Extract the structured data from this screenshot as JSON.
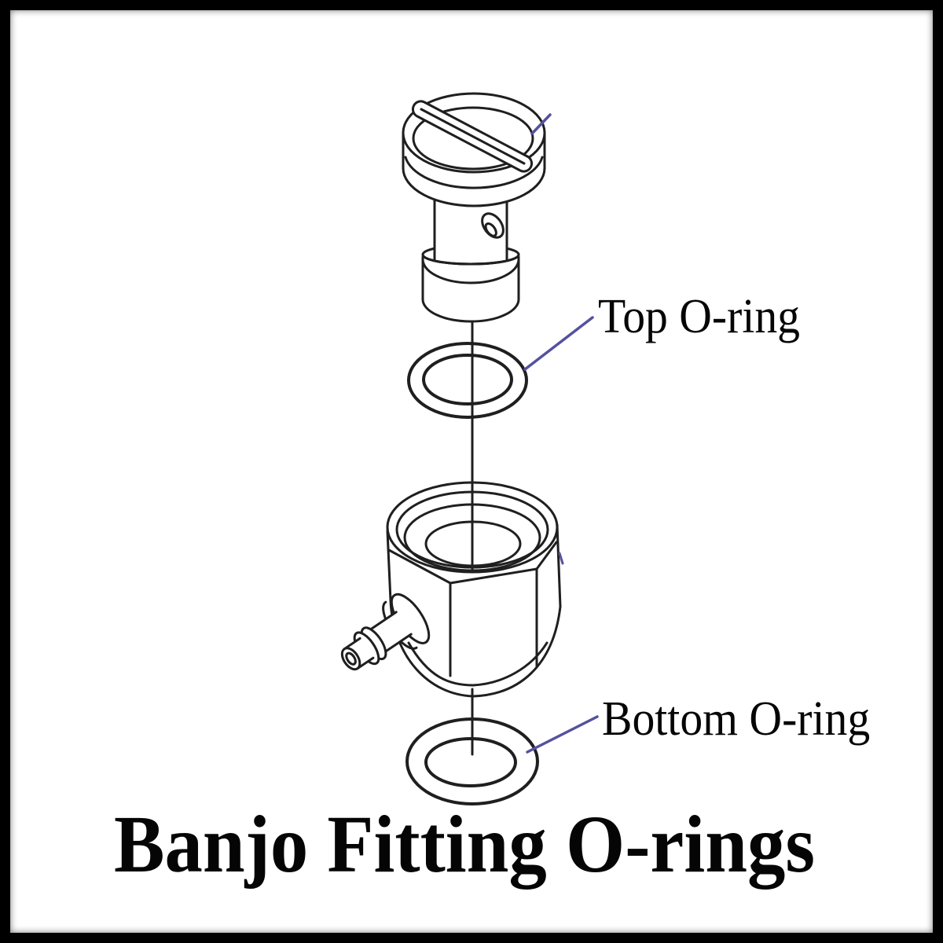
{
  "title": "Banjo Fitting O-rings",
  "labels": {
    "top": "Top O-ring",
    "bottom": "Bottom O-ring"
  },
  "colors": {
    "drawing_line": "#1f1f1f",
    "leader_line": "#55519f",
    "frame": "#000000",
    "background": "#ffffff",
    "text": "#060606"
  }
}
